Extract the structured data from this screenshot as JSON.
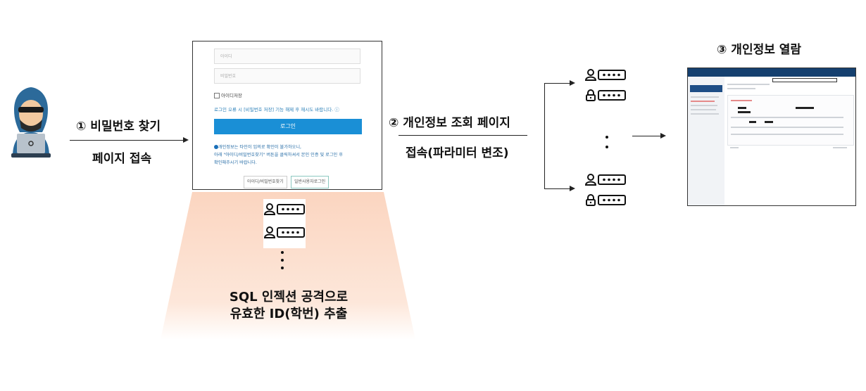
{
  "step1": {
    "title": "① 비밀번호 찾기",
    "subtitle": "페이지 접속"
  },
  "step2": {
    "title": "② 개인정보 조회 페이지",
    "subtitle": "접속(파라미터 변조)"
  },
  "step3": {
    "title": "③ 개인정보 열람"
  },
  "login_page": {
    "id_placeholder": "아이디",
    "pw_placeholder": "비밀번호",
    "save_id_label": "아이디저장",
    "error_text": "로그인 오류 시 [비밀번호 저장] 기능 해제 후 재시도 바랍니다. ⓘ",
    "login_button": "로그인",
    "info_line1": "개인정보는 타인이 임의로 확인이 불가하오니,",
    "info_line2": "아래 \"아이디/비밀번호찾기\" 버튼을 클릭하셔서 본인 인증 및 로그인 후",
    "info_line3": "확인해주시기 바랍니다.",
    "find_button": "아이디/비밀번호찾기",
    "general_login_button": "일반사용자로그인"
  },
  "funnel": {
    "line1": "SQL 인젝션 공격으로",
    "line2": "유효한 ID(학번) 추출"
  },
  "colors": {
    "login_button": "#1a8fd6",
    "funnel": "#fbd9c6",
    "portal_header": "#15406f"
  },
  "icons": [
    "hacker-laptop-icon",
    "user-password-icon",
    "lock-password-icon"
  ]
}
